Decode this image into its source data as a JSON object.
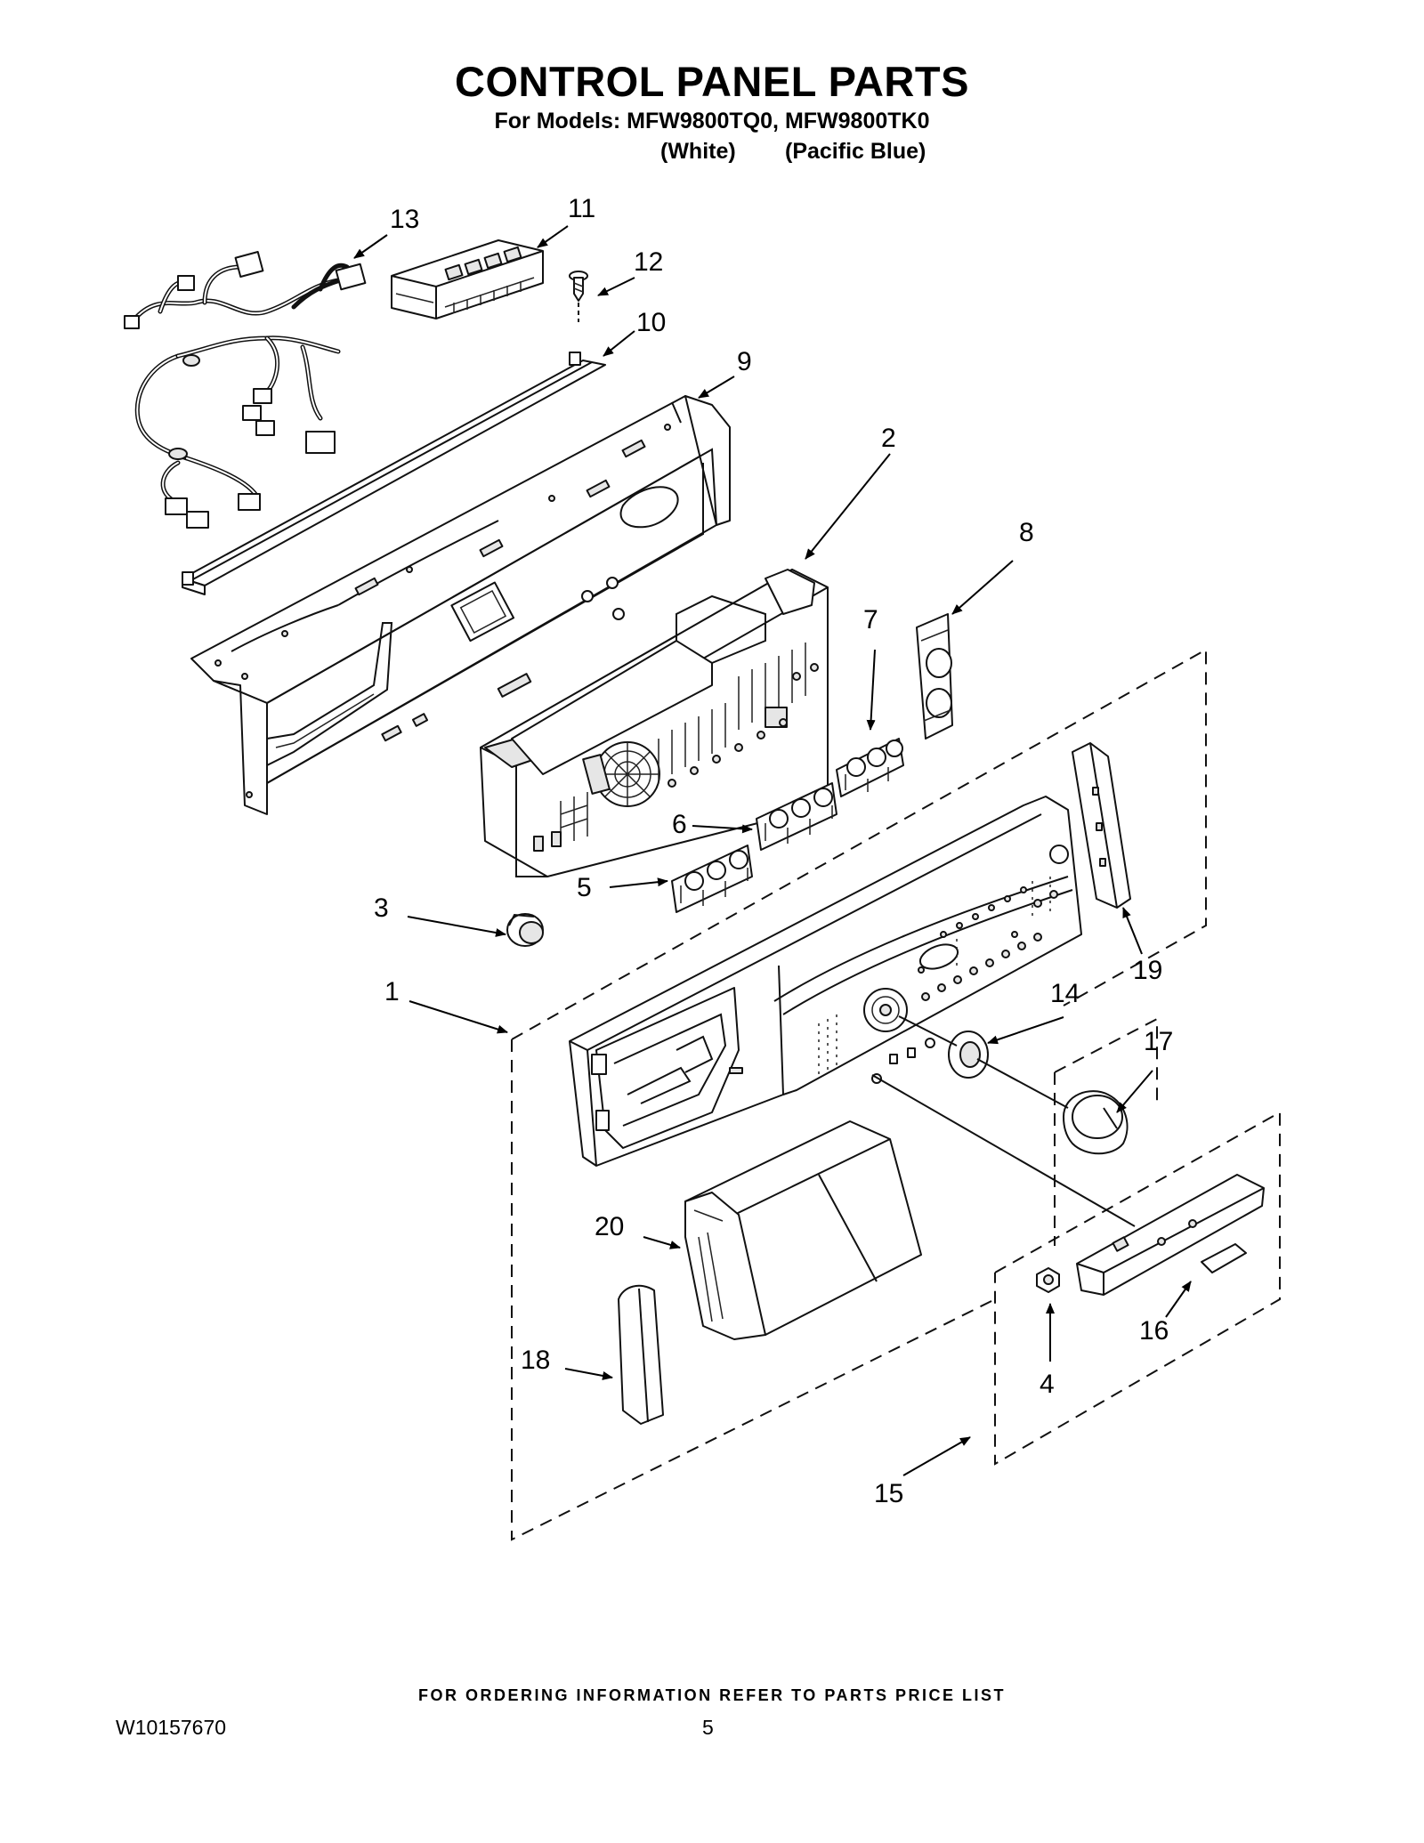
{
  "header": {
    "title": "CONTROL PANEL PARTS",
    "models": "For Models: MFW9800TQ0, MFW9800TK0",
    "color_white": "(White)",
    "color_blue": "(Pacific Blue)"
  },
  "callouts": [
    "1",
    "2",
    "3",
    "4",
    "5",
    "6",
    "7",
    "8",
    "9",
    "10",
    "11",
    "12",
    "13",
    "14",
    "15",
    "16",
    "17",
    "18",
    "19",
    "20"
  ],
  "footer": {
    "ordering_note": "FOR ORDERING INFORMATION REFER TO PARTS PRICE LIST",
    "doc_number": "W10157670",
    "page_number": "5"
  }
}
